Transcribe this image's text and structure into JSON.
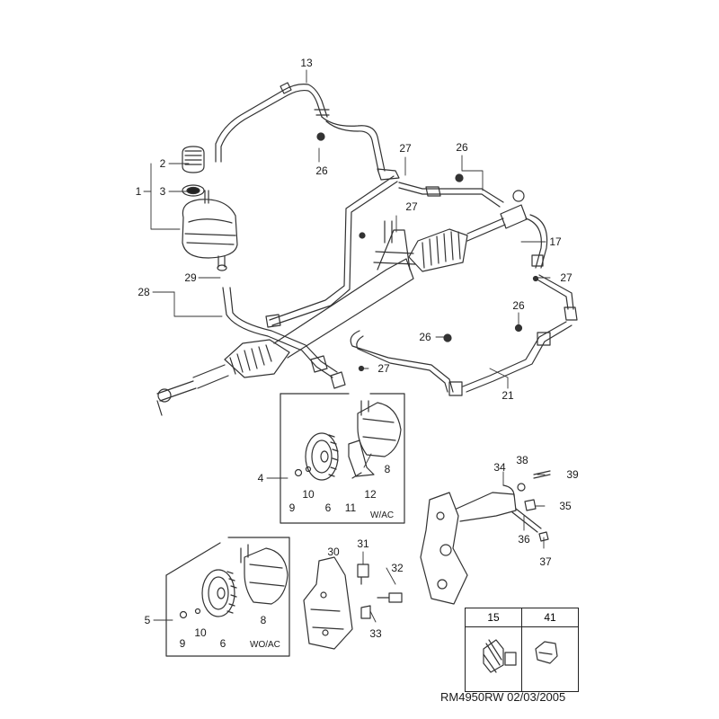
{
  "callouts": {
    "c1": "1",
    "c2": "2",
    "c3": "3",
    "c4": "4",
    "c5": "5",
    "c6a": "6",
    "c6b": "6",
    "c8a": "8",
    "c8b": "8",
    "c9a": "9",
    "c9b": "9",
    "c10a": "10",
    "c10b": "10",
    "c11": "11",
    "c12": "12",
    "c13": "13",
    "c17": "17",
    "c21": "21",
    "c26a": "26",
    "c26b": "26",
    "c26c": "26",
    "c26d": "26",
    "c27a": "27",
    "c27b": "27",
    "c27c": "27",
    "c27d": "27",
    "c28": "28",
    "c29": "29",
    "c30": "30",
    "c31": "31",
    "c32": "32",
    "c33": "33",
    "c34": "34",
    "c35": "35",
    "c36": "36",
    "c37": "37",
    "c38": "38",
    "c39": "39"
  },
  "insets": {
    "wac": "W/AC",
    "woac": "WO/AC"
  },
  "legend": {
    "left": "15",
    "right": "41"
  },
  "reference": "RM4950RW  02/03/2005"
}
